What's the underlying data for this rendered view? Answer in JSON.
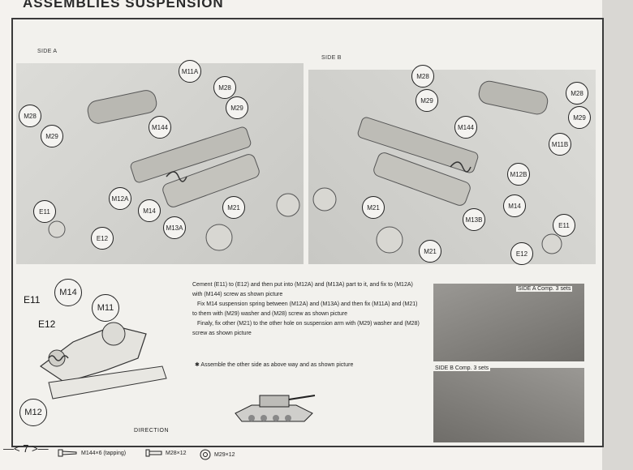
{
  "page": {
    "title": "ASSEMBLIES SUSPENSION",
    "page_number": "—< 7 >—"
  },
  "side_a": {
    "label": "SIDE A",
    "parts": [
      "M11A",
      "M28",
      "M29",
      "M28",
      "M29",
      "M144",
      "M12A",
      "M14",
      "M13A",
      "M21",
      "E11",
      "E12"
    ]
  },
  "side_b": {
    "label": "SIDE B",
    "parts": [
      "M28",
      "M29",
      "M144",
      "M28",
      "M29",
      "M11B",
      "M12B",
      "M14",
      "M21",
      "M13B",
      "E11",
      "E12",
      "M21"
    ]
  },
  "detail": {
    "parts": [
      "M14",
      "M11",
      "E11",
      "E12",
      "M12"
    ],
    "direction_label": "DIRECTION"
  },
  "instructions": {
    "p1": "Cement (E11) to (E12) and then put into (M12A) and (M13A) part to it, and fix to (M12A) with (M144) screw as shown picture",
    "p2": "Fix M14 suspension spring between (M12A) and (M13A) and then fix (M11A) and (M21) to them with (M29) washer and (M28) screw as shown picture",
    "p3": "Finaly, fix other (M21) to the other hole on suspension arm with (M29) washer and (M28) screw as shown picture",
    "note": "✱ Assemble the other side as above way and as shown picture"
  },
  "completed": {
    "side_a": "SIDE A Comp. 3 sets",
    "side_b": "SIDE B Comp. 3 sets"
  },
  "legend": {
    "screw": "M144×6 (tapping)",
    "bolt": "M28×12",
    "washer": "M29×12"
  }
}
